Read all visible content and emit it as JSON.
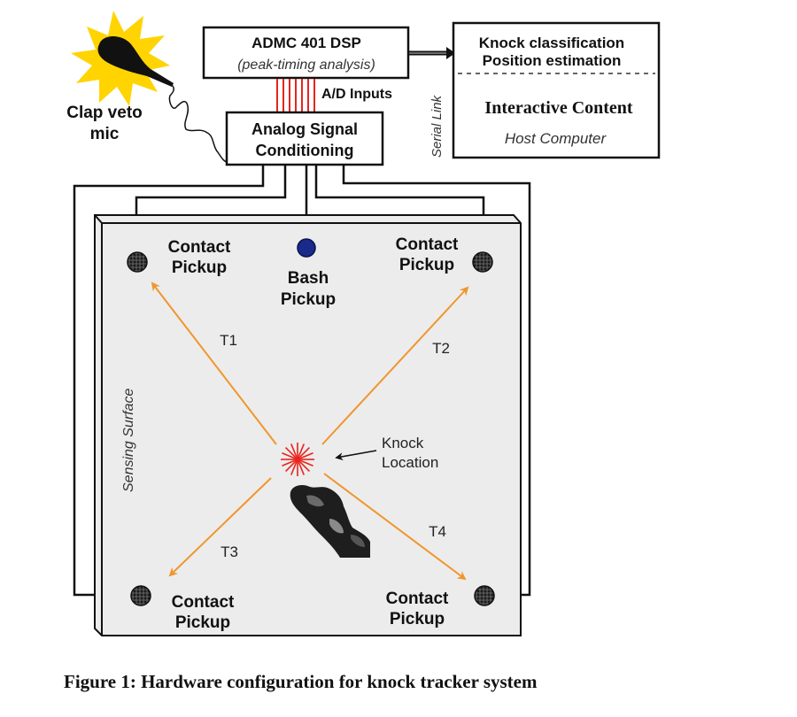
{
  "diagram": {
    "clap_mic": {
      "label_line1": "Clap veto",
      "label_line2": "mic"
    },
    "dsp": {
      "title": "ADMC 401 DSP",
      "subtitle": "(peak-timing analysis)"
    },
    "ad_inputs": {
      "label": "A/D Inputs"
    },
    "conditioning": {
      "line1": "Analog Signal",
      "line2": "Conditioning"
    },
    "serial_link": {
      "label": "Serial Link"
    },
    "host": {
      "line1": "Knock classification",
      "line2": "Position estimation",
      "line3": "Interactive Content",
      "line4": "Host Computer"
    },
    "sensing_surface": {
      "label": "Sensing Surface"
    },
    "pickups": {
      "top_left": {
        "line1": "Contact",
        "line2": "Pickup"
      },
      "top_right": {
        "line1": "Contact",
        "line2": "Pickup"
      },
      "bottom_left": {
        "line1": "Contact",
        "line2": "Pickup"
      },
      "bottom_right": {
        "line1": "Contact",
        "line2": "Pickup"
      },
      "bash": {
        "line1": "Bash",
        "line2": "Pickup"
      }
    },
    "timings": {
      "t1": "T1",
      "t2": "T2",
      "t3": "T3",
      "t4": "T4"
    },
    "knock": {
      "line1": "Knock",
      "line2": "Location"
    },
    "colors": {
      "arrow": "#f0962e",
      "ad_lines": "#e8241c",
      "knock_burst": "#e8241c",
      "bash_pickup": "#1a2a8a",
      "burst_yellow": "#ffd400",
      "surface": "#ececec"
    }
  },
  "caption": "Figure 1: Hardware configuration for knock tracker system"
}
